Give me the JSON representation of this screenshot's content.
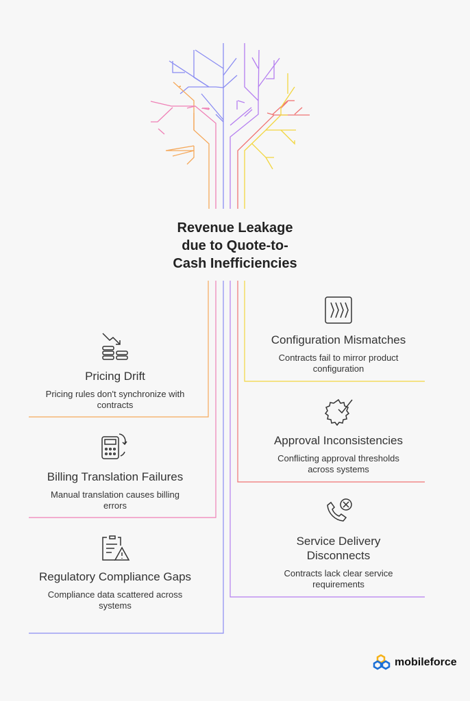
{
  "title": "Revenue Leakage due to Quote-to-Cash Inefficiencies",
  "title_lines": [
    "Revenue Leakage",
    "due to Quote-to-",
    "Cash Inefficiencies"
  ],
  "colors": {
    "orange": "#f5a85a",
    "pink": "#ef80b6",
    "blue": "#8a8cf2",
    "purple": "#b47df0",
    "red": "#f07373",
    "yellow": "#f2d640"
  },
  "left_items": [
    {
      "title": "Pricing Drift",
      "desc": "Pricing rules don't synchronize with contracts",
      "icon": "price-decline-icon"
    },
    {
      "title": "Billing Translation Failures",
      "desc": "Manual translation causes billing errors",
      "icon": "calculator-refresh-icon"
    },
    {
      "title": "Regulatory Compliance Gaps",
      "desc": "Compliance data scattered across systems",
      "icon": "clipboard-warning-icon"
    }
  ],
  "right_items": [
    {
      "title": "Configuration Mismatches",
      "desc": "Contracts fail to mirror product configuration",
      "icon": "misaligned-bars-icon"
    },
    {
      "title": "Approval Inconsistencies",
      "desc": "Conflicting approval thresholds across systems",
      "icon": "gear-check-icon"
    },
    {
      "title": "Service Delivery Disconnects",
      "desc": "Contracts lack clear service requirements",
      "icon": "phone-cancel-icon"
    }
  ],
  "brand": "mobileforce"
}
